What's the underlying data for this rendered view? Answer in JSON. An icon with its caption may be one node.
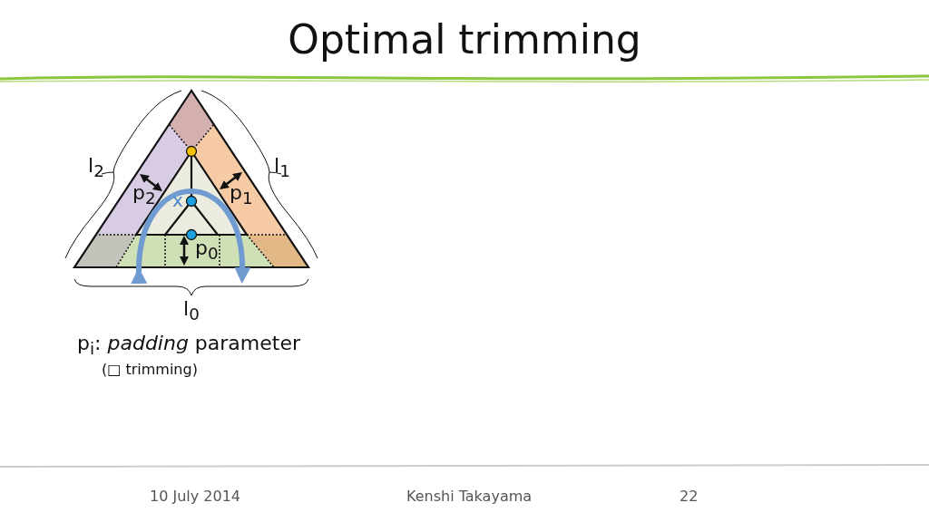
{
  "diagram": {
    "title": "Optimal trimming",
    "labels": [
      "l$_{2}$",
      "l$_{1}$",
      "p$_{2}$",
      "x",
      "p$_{1}$",
      "p$_{0}$",
      "l$_{0}$",
      "p$_{i}$: *padding* parameter",
      "(□ trimming)",
      "10 July 2014",
      "Kenshi Takayama",
      "22"
    ]
  }
}
